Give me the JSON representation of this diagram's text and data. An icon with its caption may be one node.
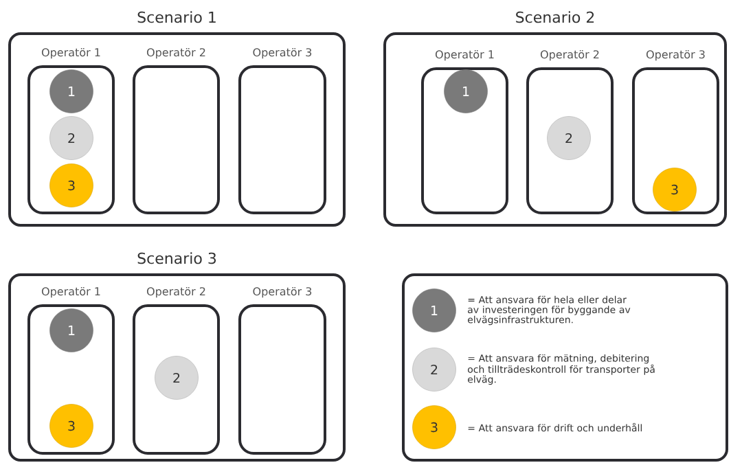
{
  "diagram": {
    "nodes": [
      {
        "text": [
          "Scenario 1"
        ]
      },
      {
        "text": [
          "Operatör 1"
        ],
        "in": 0
      },
      {
        "text": [
          "Operatör 2"
        ],
        "in": 0
      },
      {
        "text": [
          "Operatör 3"
        ],
        "in": 0
      },
      {
        "text": [
          "1"
        ],
        "in": 1
      },
      {
        "text": [
          "2"
        ],
        "in": 1
      },
      {
        "text": [
          "3"
        ],
        "in": 1
      },
      {
        "text": [
          "Scenario 2"
        ]
      },
      {
        "text": [
          "Operatör 1"
        ],
        "in": 7
      },
      {
        "text": [
          "Operatör 2"
        ],
        "in": 7
      },
      {
        "text": [
          "Operatör 3"
        ],
        "in": 7
      },
      {
        "text": [
          "1"
        ],
        "in": 8
      },
      {
        "text": [
          "2"
        ],
        "in": 9
      },
      {
        "text": [
          "3"
        ],
        "in": 10
      },
      {
        "text": [
          "Scenario 3"
        ]
      },
      {
        "text": [
          "Operatör 1"
        ],
        "in": 14
      },
      {
        "text": [
          "Operatör 2"
        ],
        "in": 14
      },
      {
        "text": [
          "Operatör 3"
        ],
        "in": 14
      },
      {
        "text": [
          "1"
        ],
        "in": 15
      },
      {
        "text": [
          "3"
        ],
        "in": 15
      },
      {
        "text": [
          "2"
        ],
        "in": 16
      },
      {
        "text": [],
        "shape": "box"
      },
      {
        "text": [
          "1"
        ],
        "in": 21,
        "beside": [
          "= Att ansvara för hela eller delar av investeringen för byggande av elvägsinfrastrukturen."
        ]
      },
      {
        "text": [
          "2"
        ],
        "in": 21,
        "beside": [
          "= Att ansvara för mätning, debitering och tillträdeskontroll för transporter på elväg."
        ]
      },
      {
        "text": [
          "3"
        ],
        "in": 21,
        "beside": [
          "= Att ansvara för drift och underhåll"
        ]
      }
    ]
  }
}
